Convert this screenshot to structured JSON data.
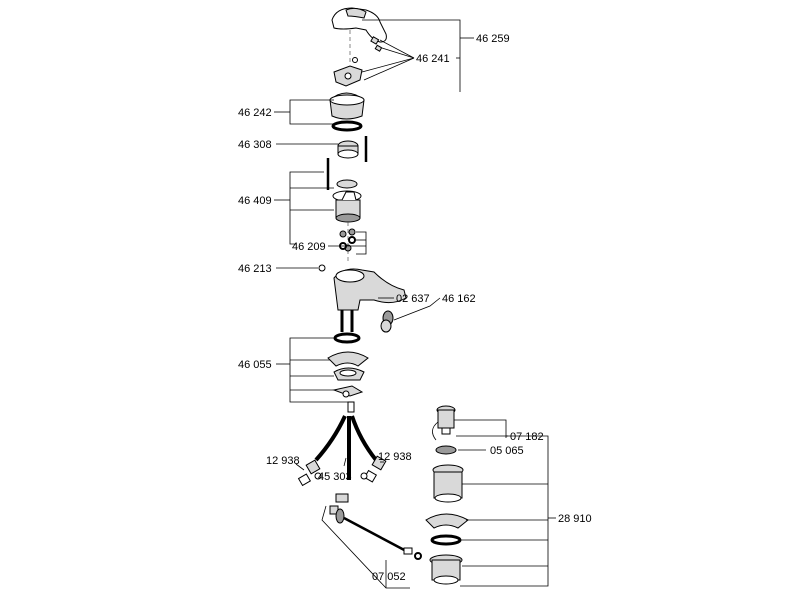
{
  "part_numbers": {
    "p46259": "46 259",
    "p46241": "46 241",
    "p46242": "46 242",
    "p46308": "46 308",
    "p46409": "46 409",
    "p46209": "46 209",
    "p46213": "46 213",
    "p02637": "02 637",
    "p46162": "46 162",
    "p46055": "46 055",
    "p12938a": "12 938",
    "p12938b": "12 938",
    "p45303": "45 303",
    "p07182": "07 182",
    "p05065": "05 065",
    "p28910": "28 910",
    "p07052": "07 052"
  }
}
